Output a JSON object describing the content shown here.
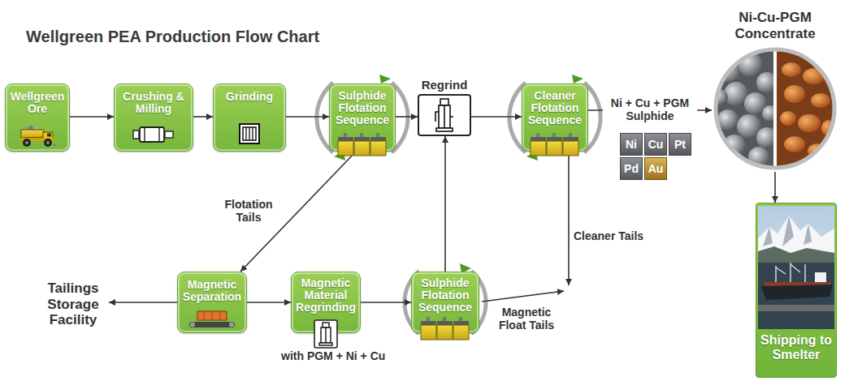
{
  "diagram": {
    "title": "Wellgreen PEA Production Flow Chart",
    "nodes": [
      {
        "text": [
          "Wellgreen Ore"
        ]
      },
      {
        "text": [
          "Crushing & Milling"
        ]
      },
      {
        "text": [
          "Grinding"
        ]
      },
      {
        "text": [
          "Sulphide Flotation Sequence"
        ]
      },
      {
        "text": [
          "Regrind"
        ]
      },
      {
        "text": [
          "Cleaner Flotation Sequence"
        ]
      },
      {
        "text": [
          "Ni-Cu-PGM Concentrate"
        ]
      },
      {
        "text": [
          "Ni"
        ]
      },
      {
        "text": [
          "Cu"
        ]
      },
      {
        "text": [
          "Pt"
        ]
      },
      {
        "text": [
          "Pd"
        ]
      },
      {
        "text": [
          "Au"
        ]
      },
      {
        "text": [
          "Shipping to Smelter"
        ]
      },
      {
        "text": [
          "Tailings Storage Facility"
        ]
      },
      {
        "text": [
          "Magnetic Separation"
        ]
      },
      {
        "text": [
          "Magnetic Material Regrinding"
        ]
      },
      {
        "text": [
          "Sulphide Flotation Sequence"
        ]
      }
    ],
    "edges": [
      {
        "from": 0,
        "to": 1,
        "arrow": "to"
      },
      {
        "from": 1,
        "to": 2,
        "arrow": "to"
      },
      {
        "from": 2,
        "to": 3,
        "arrow": "to"
      },
      {
        "from": 3,
        "to": 4,
        "arrow": "to"
      },
      {
        "from": 4,
        "to": 5,
        "arrow": "to"
      },
      {
        "from": 5,
        "to": 6,
        "label": "Ni + Cu + PGM Sulphide",
        "arrow": "to"
      },
      {
        "from": 6,
        "to": 12,
        "arrow": "to"
      },
      {
        "from": 3,
        "to": 14,
        "label": "Flotation Tails",
        "arrow": "to"
      },
      {
        "from": 14,
        "to": 13,
        "arrow": "to"
      },
      {
        "from": 14,
        "to": 15,
        "arrow": "to"
      },
      {
        "from": 15,
        "to": 16,
        "arrow": "to"
      },
      {
        "from": 16,
        "to": 4,
        "arrow": "to"
      }
    ],
    "labels": [
      "Cleaner Tails",
      "Magnetic Float Tails",
      "with PGM + Ni + Cu"
    ]
  }
}
